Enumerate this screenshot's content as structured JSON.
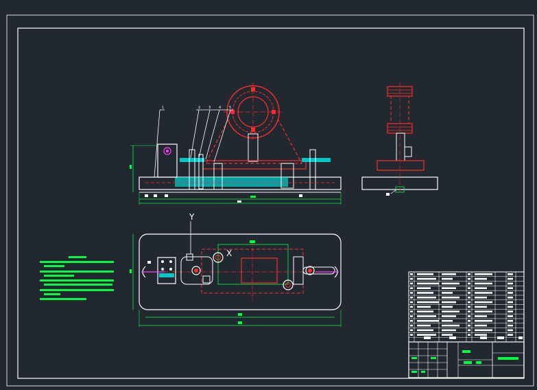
{
  "drawing": {
    "view_labels": {
      "section_y": "Y",
      "section_x": "X"
    },
    "part_balloons": [
      "1",
      "2",
      "3",
      "4",
      "5"
    ],
    "technical_requirements_heading": "",
    "title_block": {
      "title": "",
      "header_cols": [
        "",
        "",
        ""
      ]
    }
  },
  "colors": {
    "background": "#212830",
    "outline": "#ffffff",
    "hidden_line": "#ff2b2b",
    "section_fill": "#00c8c8",
    "dimension": "#00ff40",
    "highlight": "#ff40ff",
    "note_text": "#00ff40"
  }
}
